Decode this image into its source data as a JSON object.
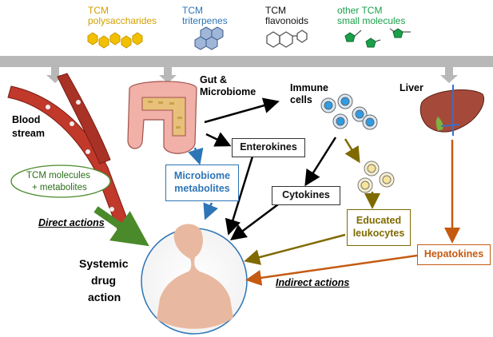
{
  "sources": [
    {
      "line1": "TCM",
      "line2": "polysaccharides",
      "color": "#d4a000"
    },
    {
      "line1": "TCM",
      "line2": "triterpenes",
      "color": "#2e75b6"
    },
    {
      "line1": "TCM",
      "line2": "flavonoids",
      "color": "#111111"
    },
    {
      "line1": "other TCM",
      "line2": "small molecules",
      "color": "#1aa04a"
    }
  ],
  "organs": {
    "gut_line1": "Gut &",
    "gut_line2": "Microbiome",
    "immune_line1": "Immune",
    "immune_line2": "cells",
    "liver": "Liver",
    "blood_line1": "Blood",
    "blood_line2": "stream"
  },
  "nodes": {
    "tcm_line1": "TCM molecules",
    "tcm_line2": "+ metabolites",
    "microbiome_line1": "Microbiome",
    "microbiome_line2": "metabolites",
    "enterokines": "Enterokines",
    "cytokines": "Cytokines",
    "educated_line1": "Educated",
    "educated_line2": "leukocytes",
    "hepatokines": "Hepatokines"
  },
  "actions": {
    "direct": "Direct actions",
    "indirect": "Indirect actions",
    "systemic_line1": "Systemic",
    "systemic_line2": "drug",
    "systemic_line3": "action"
  },
  "colors": {
    "bar": "#b8b8b8",
    "green_arrow": "#4a8a2a",
    "blue": "#2e75b6",
    "olive": "#7f6a00",
    "orange": "#c55a11",
    "body": "#e8b9a0"
  }
}
